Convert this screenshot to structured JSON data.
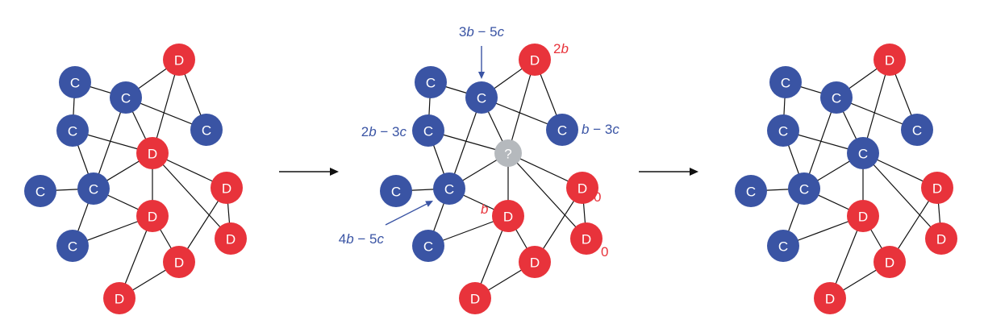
{
  "colors": {
    "cooperator": "#3a54a4",
    "defector": "#e8333b",
    "unknown": "#b5b9bd",
    "edge": "#111111",
    "arrow": "#111111",
    "annotation_arrow": "#3a54a4"
  },
  "node_labels": {
    "C": "C",
    "D": "D",
    "unknown": "?"
  },
  "payoffs": {
    "top_c": [
      "3",
      "b",
      " − 5",
      "c"
    ],
    "top_d": [
      "2",
      "b"
    ],
    "left_c": [
      "2",
      "b",
      " − 3",
      "c"
    ],
    "right_c": [
      "b",
      " − 3",
      "c"
    ],
    "center_c": [
      "4",
      "b",
      " − 5",
      "c"
    ],
    "d_b": [
      "b"
    ],
    "d_zero_1": [
      "0"
    ],
    "d_zero_2": [
      "0"
    ]
  }
}
